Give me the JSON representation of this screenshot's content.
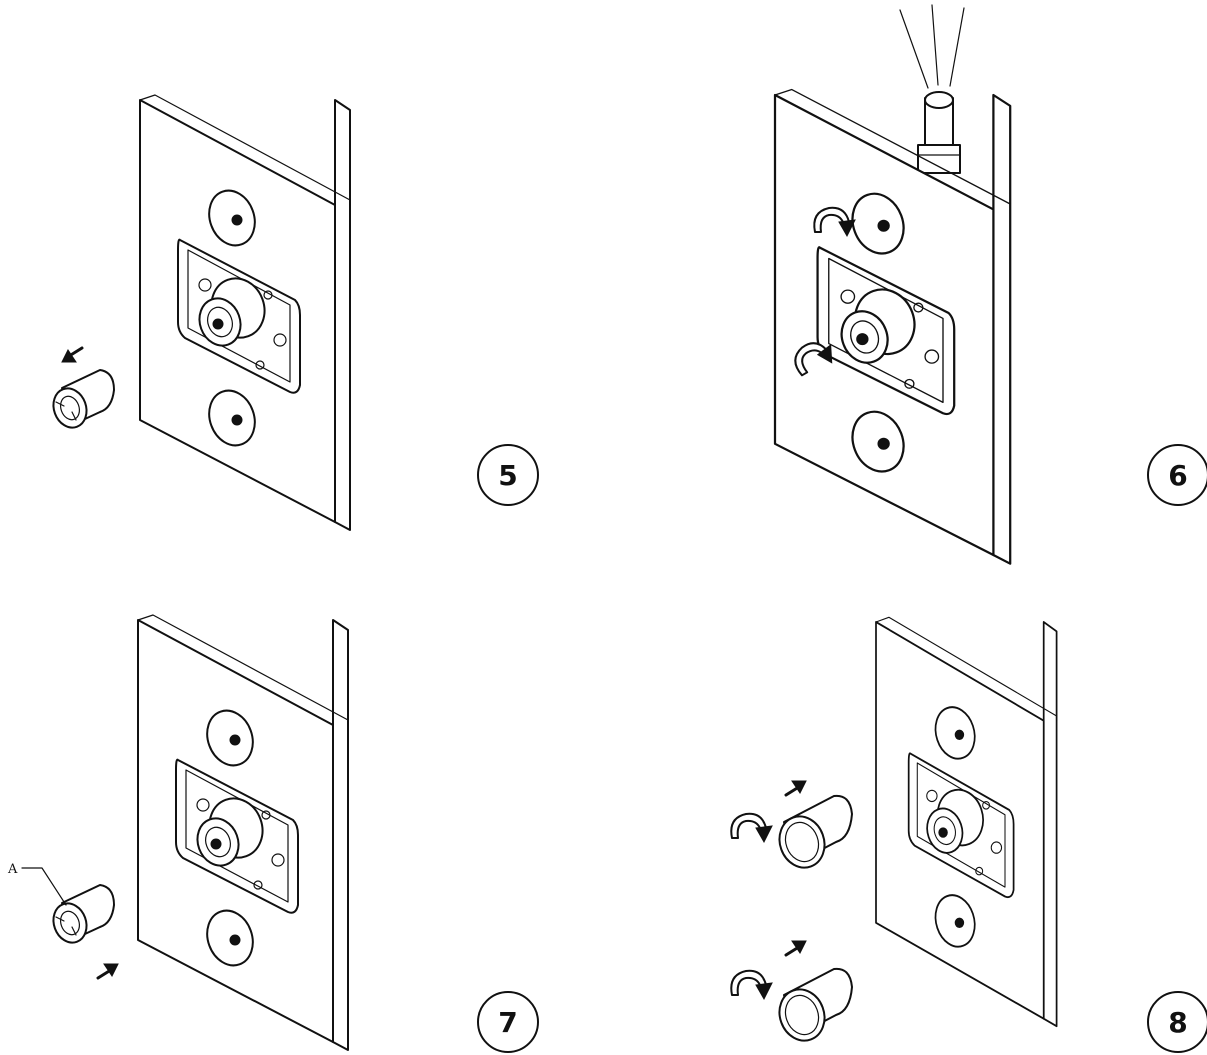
{
  "steps": [
    {
      "number": "5",
      "action": "remove-cap"
    },
    {
      "number": "6",
      "action": "flush-and-tighten"
    },
    {
      "number": "7",
      "action": "refit-cap"
    },
    {
      "number": "8",
      "action": "fit-extension-sleeves"
    }
  ],
  "callouts": {
    "a": "A"
  },
  "colors": {
    "ink": "#111111",
    "paper": "#ffffff"
  }
}
